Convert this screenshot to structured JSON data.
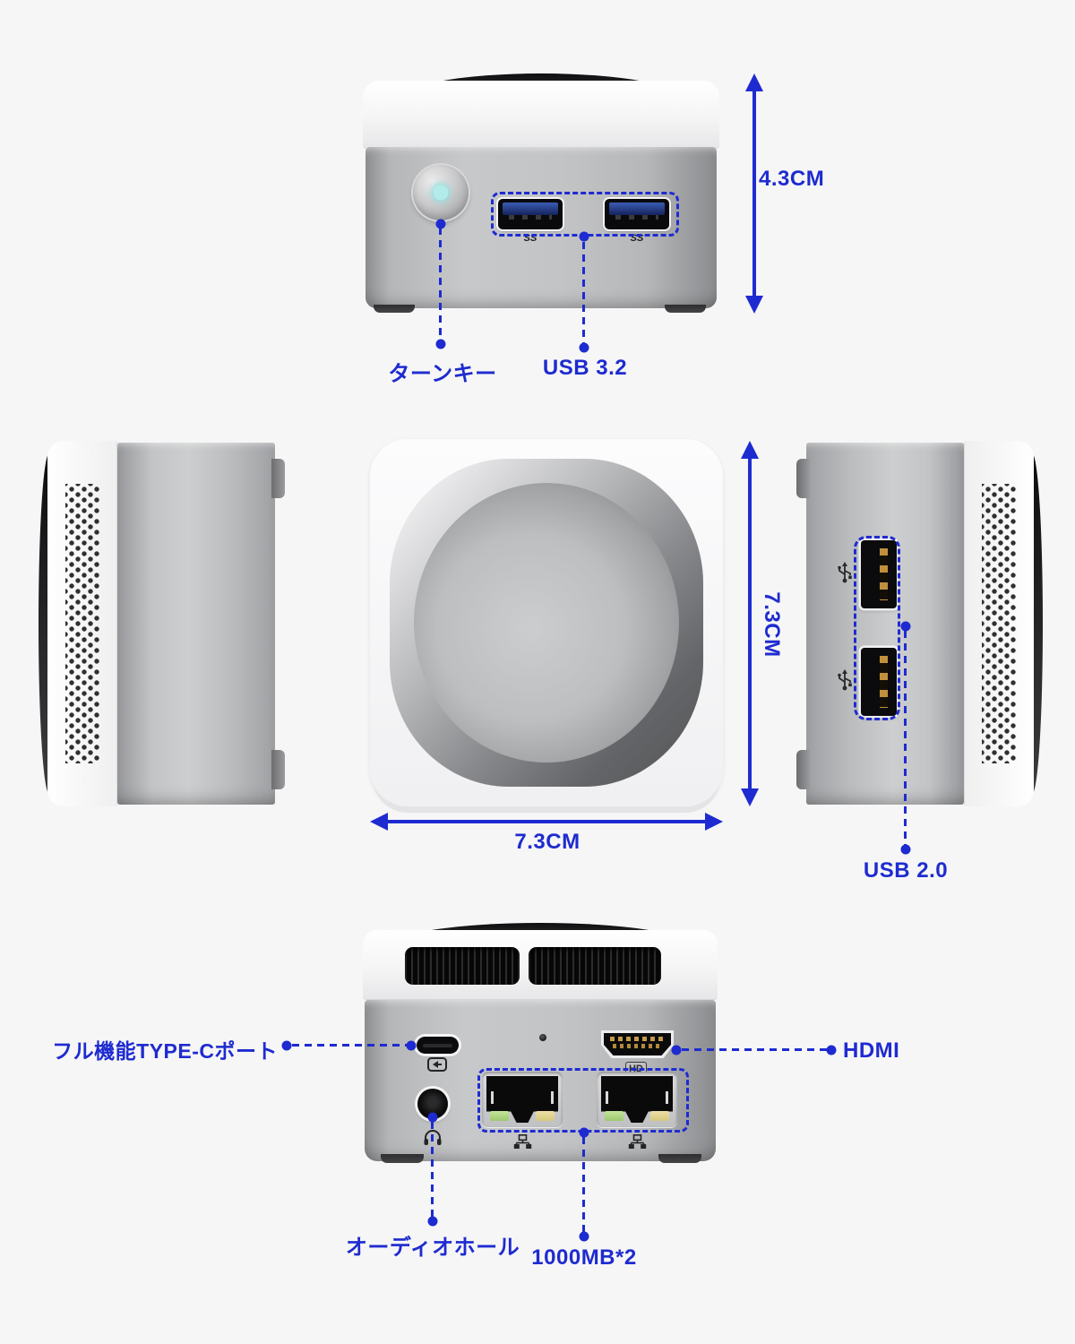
{
  "colors": {
    "accent": "#1e2bd0",
    "background": "#f6f6f6",
    "led": "#b2ebea"
  },
  "front": {
    "turnkey_label": "ターンキー",
    "usb_label": "USB 3.2",
    "height_label": "4.3CM",
    "ss_mark": "SS"
  },
  "top": {
    "depth_label": "7.3CM",
    "width_label": "7.3CM"
  },
  "side_right": {
    "usb_label": "USB 2.0"
  },
  "rear": {
    "typec_label": "フル機能TYPE-Cポート",
    "hdmi_label": "HDMI",
    "hd_mark": "HD",
    "audio_label": "オーディオホール",
    "lan_label": "1000MB*2"
  }
}
